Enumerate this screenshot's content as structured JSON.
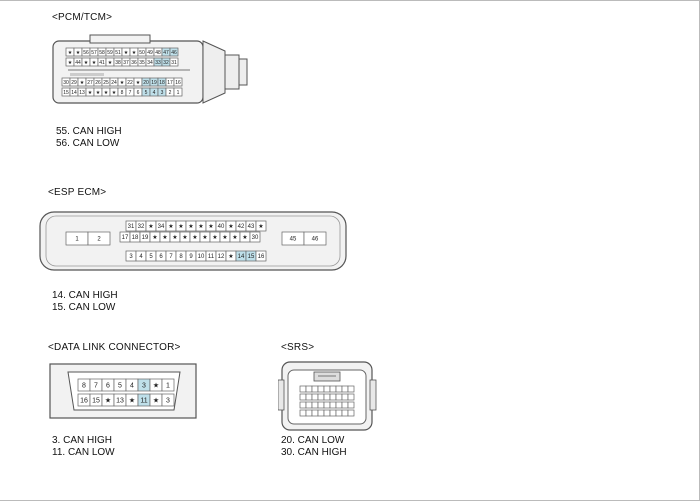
{
  "colors": {
    "highlight": "#bfe0ea",
    "stroke": "#555555",
    "body": "#f2f2f2"
  },
  "pcm": {
    "title": "<PCM/TCM>",
    "row1": [
      "★",
      "★",
      "56",
      "57",
      "58",
      "59",
      "51",
      "★",
      "★",
      "50",
      "49",
      "48",
      "47",
      "46"
    ],
    "row2": [
      "★",
      "44",
      "★",
      "★",
      "41",
      "★",
      "38",
      "37",
      "36",
      "35",
      "34",
      "33",
      "32",
      "31"
    ],
    "row3": [
      "30",
      "29",
      "★",
      "27",
      "26",
      "25",
      "24",
      "★",
      "22",
      "★",
      "20",
      "19",
      "18",
      "17",
      "16"
    ],
    "row4": [
      "15",
      "14",
      "13",
      "★",
      "★",
      "★",
      "★",
      "8",
      "7",
      "6",
      "5",
      "4",
      "3",
      "2",
      "1"
    ],
    "row1_hl": [
      12,
      13
    ],
    "row2_hl": [
      11,
      12
    ],
    "row3_hl": [
      10,
      11,
      12
    ],
    "row4_hl": [
      10,
      11,
      12
    ],
    "pins": [
      "55. CAN HIGH",
      "56. CAN LOW"
    ]
  },
  "esp": {
    "title": "<ESP ECM>",
    "left": [
      "1",
      "2"
    ],
    "right": [
      "45",
      "46"
    ],
    "row1": [
      "31",
      "32",
      "★",
      "34",
      "★",
      "★",
      "★",
      "★",
      "★",
      "40",
      "★",
      "42",
      "43",
      "★"
    ],
    "row2": [
      "17",
      "18",
      "19",
      "★",
      "★",
      "★",
      "★",
      "★",
      "★",
      "★",
      "★",
      "★",
      "★",
      "30"
    ],
    "row3": [
      "3",
      "4",
      "5",
      "6",
      "7",
      "8",
      "9",
      "10",
      "11",
      "12",
      "★",
      "14",
      "15",
      "16"
    ],
    "row3_hl": [
      11,
      12
    ],
    "pins": [
      "14. CAN HIGH",
      "15. CAN LOW"
    ]
  },
  "dlc": {
    "title": "<DATA LINK CONNECTOR>",
    "row1": [
      "8",
      "7",
      "6",
      "5",
      "4",
      "3",
      "★",
      "1"
    ],
    "row2": [
      "16",
      "15",
      "★",
      "13",
      "★",
      "11",
      "★",
      "3"
    ],
    "row1_hl": [
      5
    ],
    "row2_hl": [
      5
    ],
    "pins": [
      "3. CAN HIGH",
      "11. CAN LOW"
    ]
  },
  "srs": {
    "title": "<SRS>",
    "pins": [
      "20. CAN LOW",
      "30. CAN HIGH"
    ]
  }
}
